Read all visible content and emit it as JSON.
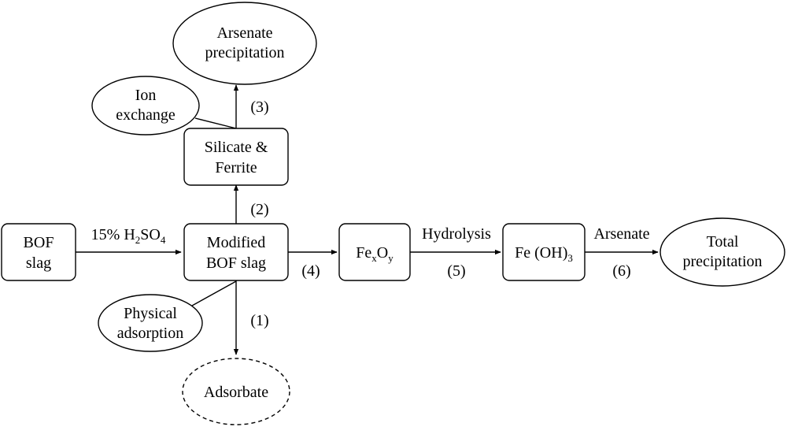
{
  "nodes": {
    "bof_slag": {
      "line1": "BOF",
      "line2": "slag"
    },
    "modified_slag": {
      "line1": "Modified",
      "line2": "BOF slag"
    },
    "silicate_ferrite": {
      "line1": "Silicate &",
      "line2": "Ferrite"
    },
    "arsenate_precip": {
      "line1": "Arsenate",
      "line2": "precipitation"
    },
    "ion_exchange": {
      "line1": "Ion",
      "line2": "exchange"
    },
    "physical_adsorption": {
      "line1": "Physical",
      "line2": "adsorption"
    },
    "adsorbate": {
      "label": "Adsorbate"
    },
    "fexoy": {
      "base1": "Fe",
      "sub1": "x",
      "base2": "O",
      "sub2": "y"
    },
    "feoh3": {
      "base": "Fe (OH)",
      "sub": "3"
    },
    "total_precip": {
      "line1": "Total",
      "line2": "precipitation"
    }
  },
  "edges": {
    "acid": {
      "prefix": "15% H",
      "sub1": "2",
      "mid": "SO",
      "sub2": "4"
    },
    "step1": "(1)",
    "step2": "(2)",
    "step3": "(3)",
    "step4": "(4)",
    "hydrolysis": "Hydrolysis",
    "step5": "(5)",
    "arsenate": "Arsenate",
    "step6": "(6)"
  },
  "colors": {
    "stroke": "#000000",
    "background": "#ffffff"
  }
}
